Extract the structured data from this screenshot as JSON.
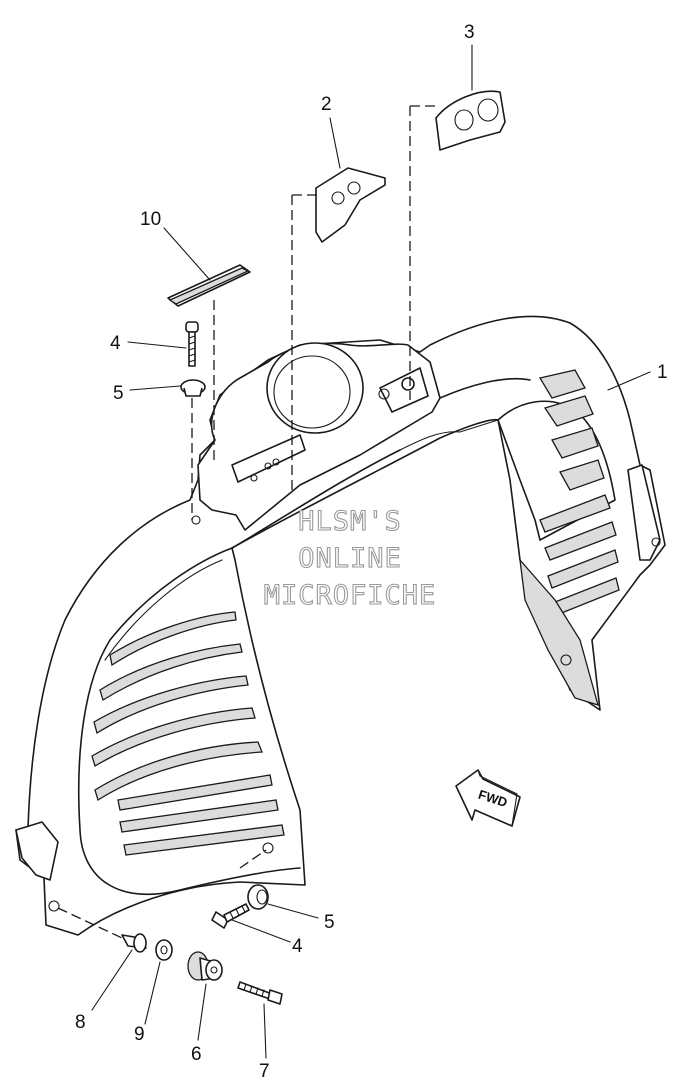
{
  "callouts": {
    "c1": "1",
    "c2": "2",
    "c3": "3",
    "c4a": "4",
    "c4b": "4",
    "c5a": "5",
    "c5b": "5",
    "c6": "6",
    "c7": "7",
    "c8": "8",
    "c9": "9",
    "c10": "10"
  },
  "fwd_label": "FWD",
  "watermark": {
    "line1": "HLSM'S",
    "line2": "ONLINE",
    "line3": "MICROFICHE"
  },
  "colors": {
    "ink": "#1a1a1a",
    "watermark": "#9a9a9a",
    "background": "#ffffff"
  }
}
